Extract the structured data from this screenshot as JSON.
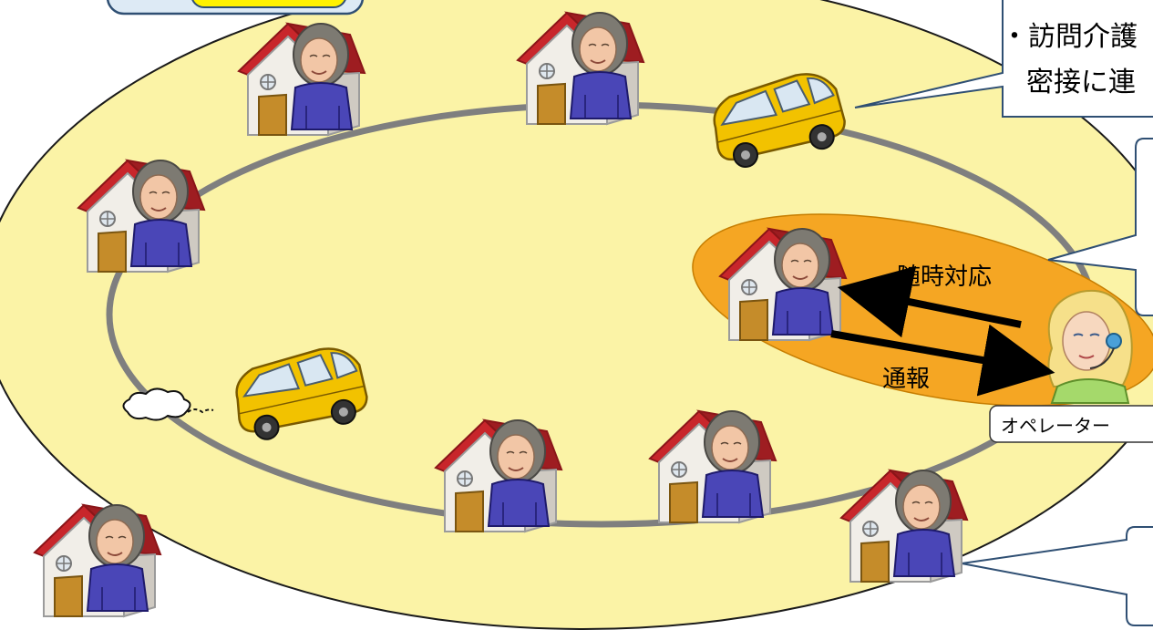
{
  "labels": {
    "on_demand": "随時対応",
    "report": "通報",
    "operator": "オペレーター"
  },
  "callouts": {
    "top_right_line1": "・訪問介護",
    "top_right_line2": "密接に連"
  },
  "colors": {
    "background_region": "#fbf3a6",
    "route_ring": "#7f7f7f",
    "operator_zone": "#f5a623",
    "callout_border": "#2f4f73",
    "car_body": "#f2c200",
    "house_roof": "#c8262b",
    "house_wall": "#f1eee8",
    "house_door": "#c58c2a",
    "person_shirt": "#4a46b7",
    "arrow": "#000000"
  },
  "icons": {
    "house_resident": "house-with-elderly-resident-icon",
    "car": "care-van-icon",
    "operator": "operator-headset-icon",
    "exhaust": "exhaust-cloud-icon"
  }
}
